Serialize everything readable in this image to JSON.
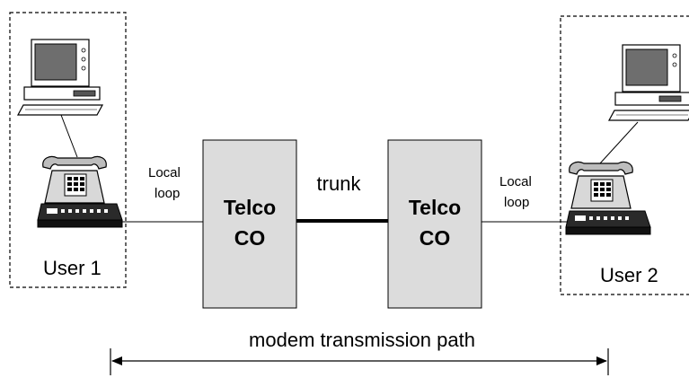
{
  "left_site": {
    "user_label": "User 1",
    "link_label_line1": "Local",
    "link_label_line2": "loop"
  },
  "right_site": {
    "user_label": "User 2",
    "link_label_line1": "Local",
    "link_label_line2": "loop"
  },
  "left_office": {
    "line1": "Telco",
    "line2": "CO"
  },
  "right_office": {
    "line1": "Telco",
    "line2": "CO"
  },
  "trunk_label": "trunk",
  "path_label": "modem transmission path",
  "icons": [
    "computer-icon",
    "telephone-icon",
    "modem-icon",
    "double-arrow-icon"
  ],
  "colors": {
    "office_fill": "#dcdcdc",
    "line": "#000000",
    "screen": "#6e6e6e"
  }
}
